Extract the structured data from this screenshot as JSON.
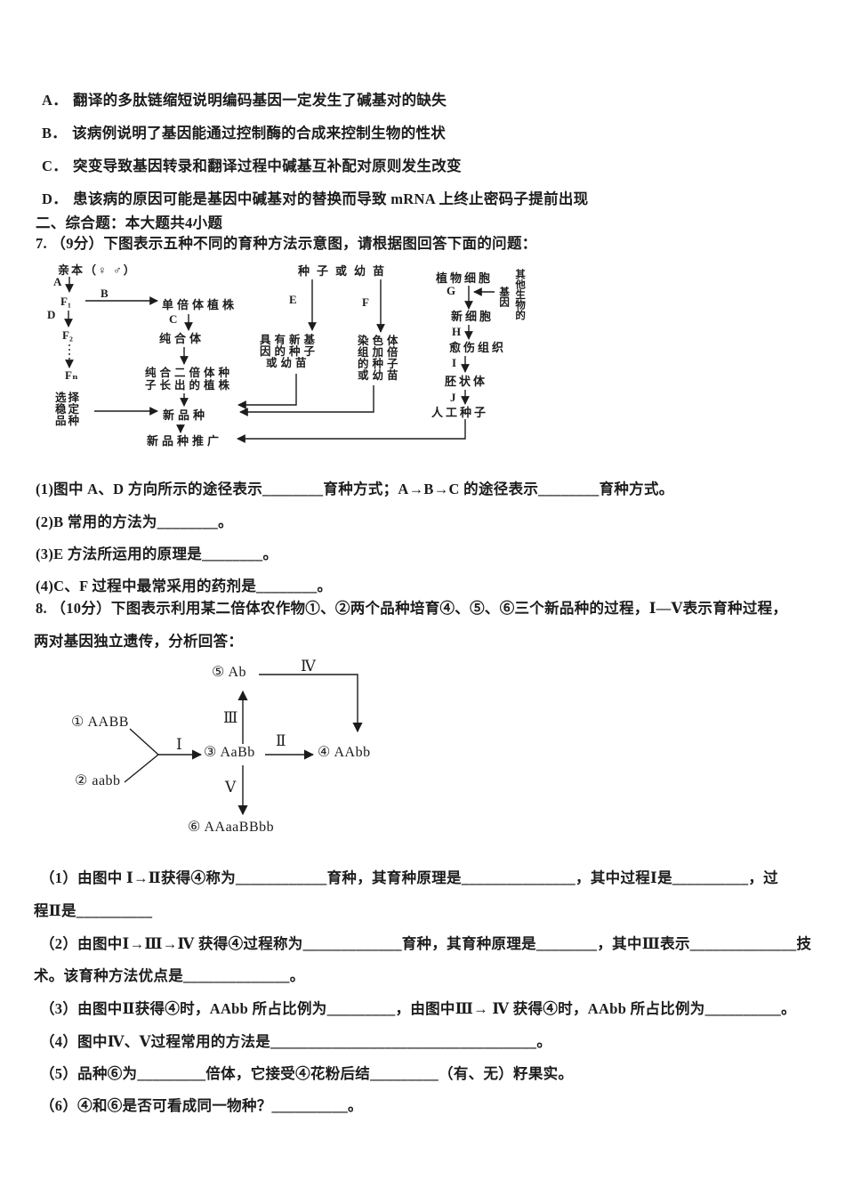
{
  "options": [
    {
      "label": "A．",
      "text": "翻译的多肽链缩短说明编码基因一定发生了碱基对的缺失"
    },
    {
      "label": "B．",
      "text": "该病例说明了基因能通过控制酶的合成来控制生物的性状"
    },
    {
      "label": "C．",
      "text": "突变导致基因转录和翻译过程中碱基互补配对原则发生改变"
    },
    {
      "label": "D．",
      "text": "患该病的原因可能是基因中碱基对的替换而导致 mRNA 上终止密码子提前出现"
    }
  ],
  "section_header": "二、综合题：本大题共4小题",
  "q7": {
    "stem": "7. （9分）下图表示五种不同的育种方法示意图，请根据图回答下面的问题：",
    "diagram": {
      "parent": "亲本（♀ ♂）",
      "label_a": "A",
      "f1": "F₁",
      "label_b": "B",
      "label_d": "D",
      "f2": "F₂",
      "fn": "Fₙ",
      "haploid": "单倍体植株",
      "label_c": "C",
      "homozygote": "纯合体",
      "pure_line1": "纯合二倍体种",
      "pure_line2": "子长出的植株",
      "select_line1": "选择",
      "select_line2": "稳定",
      "select_line3": "品种",
      "new_variety": "新品种",
      "promotion": "新品种推广",
      "seed_or_seedling": "种子或幼苗",
      "label_e": "E",
      "label_f": "F",
      "new_gene_line1": "具有新基",
      "new_gene_line2": "因的种子",
      "new_gene_line3": "或幼苗",
      "doubled_line1": "染色体",
      "doubled_line2": "组加倍",
      "doubled_line3": "的种子",
      "doubled_line4": "或幼苗",
      "plant_cell": "植物细胞",
      "label_g": "G",
      "gene": "基因",
      "other_organism": "其他生物的",
      "new_cell": "新细胞",
      "label_h": "H",
      "callus": "愈伤组织",
      "label_i": "I",
      "embryoid": "胚状体",
      "label_j": "J",
      "artificial_seed": "人工种子"
    },
    "blanks": [
      "(1)图中 A、D 方向所示的途径表示________育种方式；A→B→C 的途径表示________育种方式。",
      "(2)B 常用的方法为________。",
      "(3)E 方法所运用的原理是________。",
      "(4)C、F 过程中最常采用的药剂是________。"
    ]
  },
  "q8": {
    "stem_line1": "8. （10分）下图表示利用某二倍体农作物①、②两个品种培育④、⑤、⑥三个新品种的过程，Ⅰ—Ⅴ表示育种过程，",
    "stem_line2": "两对基因独立遗传，分析回答：",
    "diagram": {
      "n1": "① AABB",
      "n2": "② aabb",
      "n3": "③ AaBb",
      "n4": "④ AAbb",
      "n5": "⑤ Ab",
      "n6": "⑥ AAaaBBbb",
      "p1": "Ⅰ",
      "p2": "Ⅱ",
      "p3": "Ⅲ",
      "p4": "Ⅳ",
      "p5": "Ⅴ"
    },
    "lines": [
      "（1）由图中 Ⅰ→Ⅱ获得④称为____________育种，其育种原理是_______________，其中过程Ⅰ是__________，过",
      "程Ⅱ是__________",
      "（2）由图中Ⅰ→Ⅲ→Ⅳ 获得④过程称为_____________育种，其育种原理是________，其中Ⅲ表示______________技",
      "术。该育种方法优点是______________。",
      "（3）由图中Ⅱ获得④时，AAbb 所占比例为_________，由图中Ⅲ→ Ⅳ 获得④时，AAbb 所占比例为__________。",
      "（4）图中Ⅳ、Ⅴ过程常用的方法是___________________________________。",
      "（5）品种⑥为_________倍体，它接受④花粉后结_________（有、无）籽果实。",
      "（6）④和⑥是否可看成同一物种？__________。"
    ]
  }
}
